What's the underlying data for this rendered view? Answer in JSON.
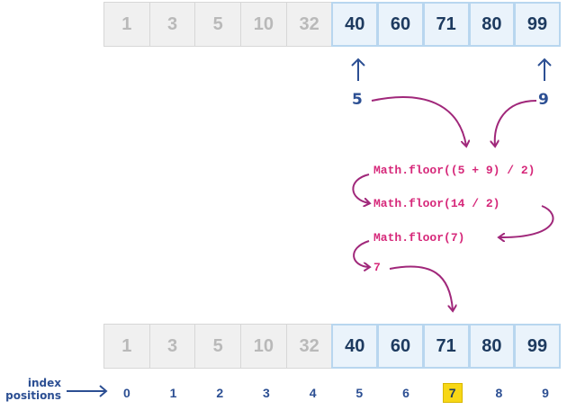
{
  "array": [
    "1",
    "3",
    "5",
    "10",
    "32",
    "40",
    "60",
    "71",
    "80",
    "99"
  ],
  "top_active": [
    5,
    6,
    7,
    8,
    9
  ],
  "bottom_active": [
    5,
    6,
    7,
    8,
    9
  ],
  "pointers": {
    "low": "5",
    "high": "9"
  },
  "steps": [
    "Math.floor((5 + 9) / 2)",
    "Math.floor(14 / 2)",
    "Math.floor(7)",
    "7"
  ],
  "index_label_line1": "index",
  "index_label_line2": "positions",
  "indices": [
    "0",
    "1",
    "2",
    "3",
    "4",
    "5",
    "6",
    "7",
    "8",
    "9"
  ],
  "highlight_index": 7,
  "colors": {
    "arrow_magenta": "#a0277a",
    "arrow_blue": "#2c4f93",
    "active_fill": "#eaf3fb",
    "highlight": "#f7d716"
  }
}
